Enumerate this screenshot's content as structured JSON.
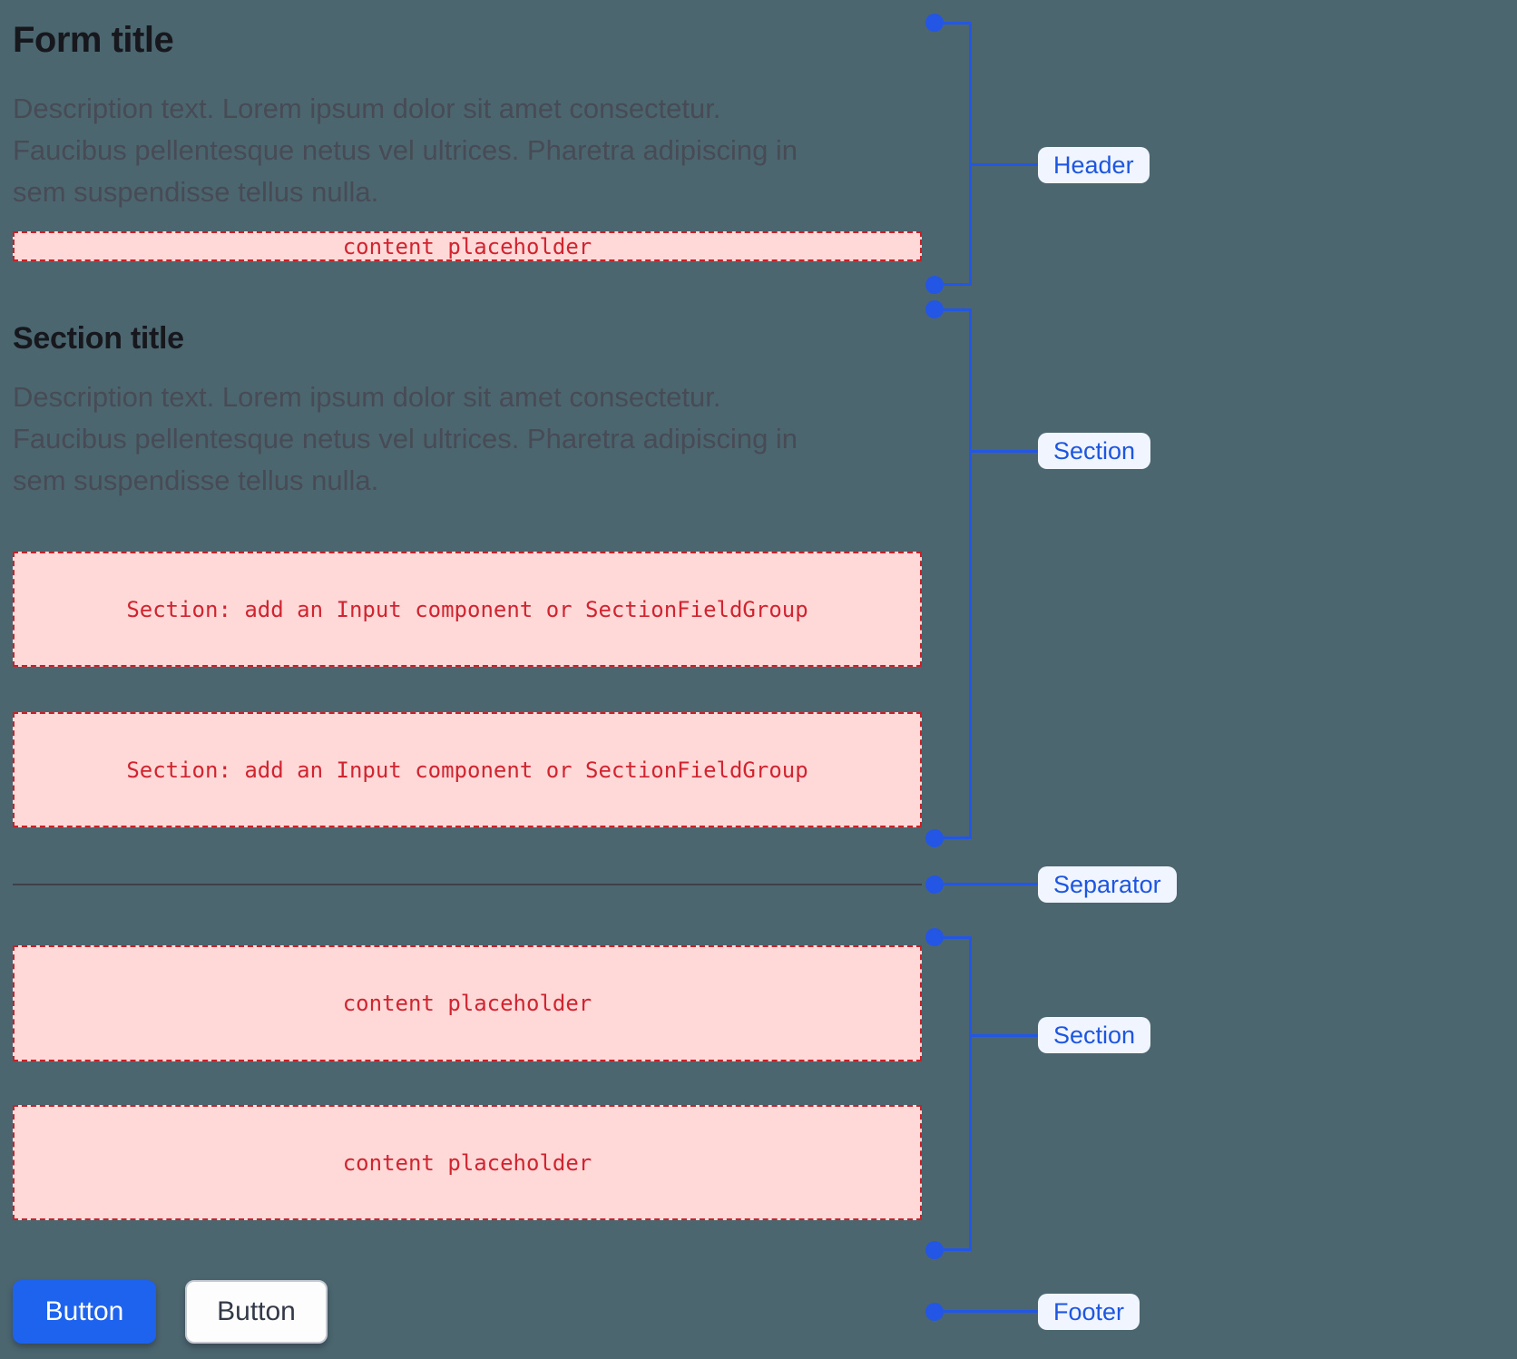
{
  "canvas": {
    "background": "#4c6670"
  },
  "header": {
    "title": "Form title",
    "description_lines": [
      "Description text. Lorem ipsum dolor sit amet consectetur.",
      "Faucibus pellentesque netus vel ultrices. Pharetra adipiscing in",
      "sem suspendisse tellus nulla."
    ],
    "content_placeholder": "content placeholder"
  },
  "section1": {
    "title": "Section title",
    "description_lines": [
      "Description text. Lorem ipsum dolor sit amet consectetur.",
      "Faucibus pellentesque netus vel ultrices. Pharetra adipiscing in",
      "sem suspendisse tellus nulla."
    ],
    "field_placeholders": [
      "Section: add an Input component or SectionFieldGroup",
      "Section: add an Input component or SectionFieldGroup"
    ]
  },
  "section2": {
    "content_placeholders": [
      "content placeholder",
      "content placeholder"
    ]
  },
  "footer": {
    "primary_button_label": "Button",
    "secondary_button_label": "Button"
  },
  "annotations": {
    "header_label": "Header",
    "section_top_label": "Section",
    "separator_label": "Separator",
    "section_bottom_label": "Section",
    "footer_label": "Footer"
  },
  "colors": {
    "annotation_blue": "#2356e5",
    "badge_background": "#f1f5ff",
    "badge_text": "#1d56e0",
    "placeholder_background": "#ffd8d8",
    "placeholder_border": "#cb2027",
    "placeholder_text": "#d02531",
    "primary_button_background": "#1d63ed",
    "separator_line": "#3d424a",
    "page_background": "#4c6670"
  }
}
